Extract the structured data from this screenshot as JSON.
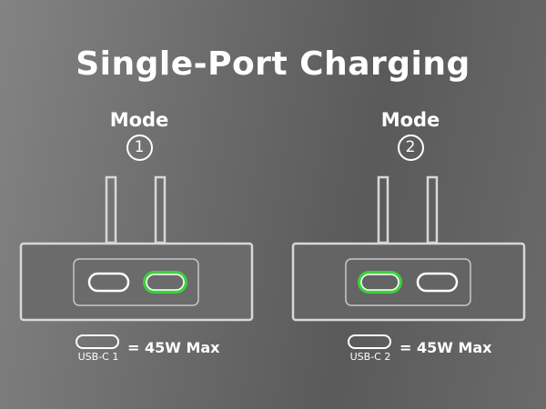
{
  "title": "Single-Port Charging",
  "modes": [
    {
      "label": "Mode",
      "number": "1",
      "port_caption": "USB-C 1",
      "rating": "= 45W Max",
      "active_port": "port-1"
    },
    {
      "label": "Mode",
      "number": "2",
      "port_caption": "USB-C 2",
      "rating": "= 45W Max",
      "active_port": "port-2"
    }
  ],
  "colors": {
    "outline": "#d8d8d8",
    "port_outline": "#ffffff",
    "active_port": "#3bd13b"
  },
  "icons": {
    "charger": "wall-charger-icon",
    "port": "usb-c-port-icon"
  }
}
